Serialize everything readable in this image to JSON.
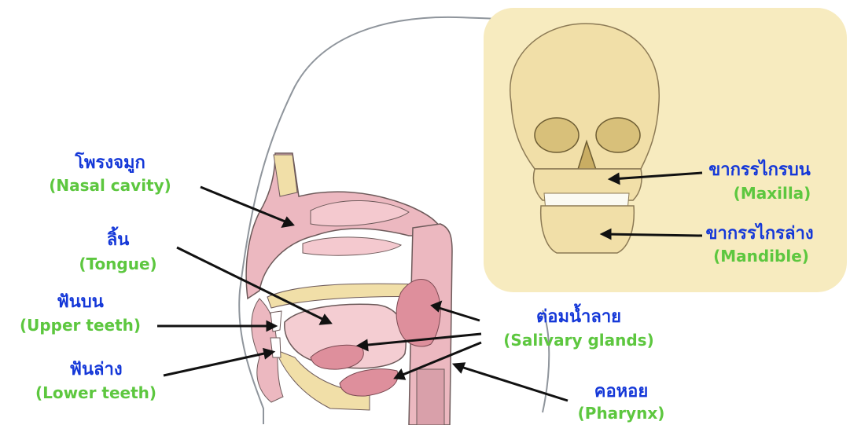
{
  "colors": {
    "thai_label": "#1538d8",
    "english_label": "#5dc73f",
    "arrow": "#111111",
    "skull_panel": "#f7ebbf",
    "tissue": "#ecb8c0",
    "gland": "#de8f9c"
  },
  "labels": {
    "nasal_cavity": {
      "thai": "โพรงจมูก",
      "english": "(Nasal cavity)"
    },
    "tongue": {
      "thai": "ลิ้น",
      "english": "(Tongue)"
    },
    "upper_teeth": {
      "thai": "ฟันบน",
      "english": "(Upper teeth)"
    },
    "lower_teeth": {
      "thai": "ฟันล่าง",
      "english": "(Lower teeth)"
    },
    "salivary_glands": {
      "thai": "ต่อมน้ำลาย",
      "english": "(Salivary glands)"
    },
    "pharynx": {
      "thai": "คอหอย",
      "english": "(Pharynx)"
    },
    "maxilla": {
      "thai": "ขากรรไกรบน",
      "english": "(Maxilla)"
    },
    "mandible": {
      "thai": "ขากรรไกรล่าง",
      "english": "(Mandible)"
    }
  }
}
